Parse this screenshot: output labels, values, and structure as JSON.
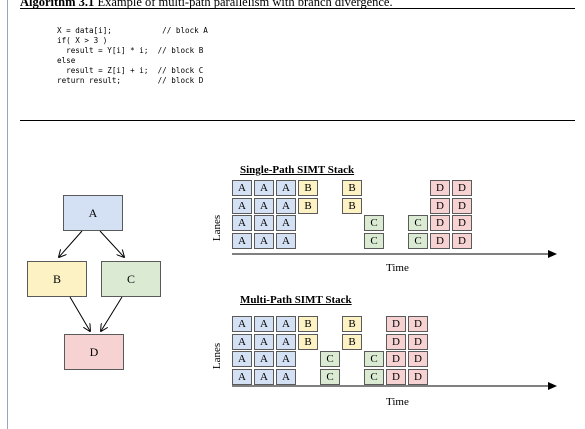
{
  "algorithm": {
    "caption_label": "Algorithm 3.1",
    "caption_text": " Example of multi-path parallelism with branch divergence.",
    "code_lines": [
      "X = data[i];           // block A",
      "if( X > 3 )",
      "  result = Y[i] * i;  // block B",
      "else",
      "  result = Z[i] + i;  // block C",
      "return result;        // block D"
    ]
  },
  "flowchart": {
    "nodes": [
      {
        "label": "A",
        "color": "#d4e1f4"
      },
      {
        "label": "B",
        "color": "#fcf2c4"
      },
      {
        "label": "C",
        "color": "#dbebd3"
      },
      {
        "label": "D",
        "color": "#f6d2d2"
      }
    ]
  },
  "colors": {
    "A": "#d4e1f4",
    "B": "#fcf2c4",
    "C": "#dbebd3",
    "D": "#f6d2d2"
  },
  "chart_data": [
    {
      "type": "table",
      "title": "Single-Path SIMT Stack",
      "ylabel": "Lanes",
      "xlabel": "Time",
      "cells": [
        {
          "row": 0,
          "col": 0,
          "label": "A"
        },
        {
          "row": 0,
          "col": 1,
          "label": "A"
        },
        {
          "row": 0,
          "col": 2,
          "label": "A"
        },
        {
          "row": 0,
          "col": 3,
          "label": "B"
        },
        {
          "row": 0,
          "col": 5,
          "label": "B"
        },
        {
          "row": 0,
          "col": 9,
          "label": "D"
        },
        {
          "row": 0,
          "col": 10,
          "label": "D"
        },
        {
          "row": 1,
          "col": 0,
          "label": "A"
        },
        {
          "row": 1,
          "col": 1,
          "label": "A"
        },
        {
          "row": 1,
          "col": 2,
          "label": "A"
        },
        {
          "row": 1,
          "col": 3,
          "label": "B"
        },
        {
          "row": 1,
          "col": 5,
          "label": "B"
        },
        {
          "row": 1,
          "col": 9,
          "label": "D"
        },
        {
          "row": 1,
          "col": 10,
          "label": "D"
        },
        {
          "row": 2,
          "col": 0,
          "label": "A"
        },
        {
          "row": 2,
          "col": 1,
          "label": "A"
        },
        {
          "row": 2,
          "col": 2,
          "label": "A"
        },
        {
          "row": 2,
          "col": 6,
          "label": "C"
        },
        {
          "row": 2,
          "col": 8,
          "label": "C"
        },
        {
          "row": 2,
          "col": 9,
          "label": "D"
        },
        {
          "row": 2,
          "col": 10,
          "label": "D"
        },
        {
          "row": 3,
          "col": 0,
          "label": "A"
        },
        {
          "row": 3,
          "col": 1,
          "label": "A"
        },
        {
          "row": 3,
          "col": 2,
          "label": "A"
        },
        {
          "row": 3,
          "col": 6,
          "label": "C"
        },
        {
          "row": 3,
          "col": 8,
          "label": "C"
        },
        {
          "row": 3,
          "col": 9,
          "label": "D"
        },
        {
          "row": 3,
          "col": 10,
          "label": "D"
        }
      ]
    },
    {
      "type": "table",
      "title": "Multi-Path SIMT Stack",
      "ylabel": "Lanes",
      "xlabel": "Time",
      "cells": [
        {
          "row": 0,
          "col": 0,
          "label": "A"
        },
        {
          "row": 0,
          "col": 1,
          "label": "A"
        },
        {
          "row": 0,
          "col": 2,
          "label": "A"
        },
        {
          "row": 0,
          "col": 3,
          "label": "B"
        },
        {
          "row": 0,
          "col": 5,
          "label": "B"
        },
        {
          "row": 0,
          "col": 7,
          "label": "D"
        },
        {
          "row": 0,
          "col": 8,
          "label": "D"
        },
        {
          "row": 1,
          "col": 0,
          "label": "A"
        },
        {
          "row": 1,
          "col": 1,
          "label": "A"
        },
        {
          "row": 1,
          "col": 2,
          "label": "A"
        },
        {
          "row": 1,
          "col": 3,
          "label": "B"
        },
        {
          "row": 1,
          "col": 5,
          "label": "B"
        },
        {
          "row": 1,
          "col": 7,
          "label": "D"
        },
        {
          "row": 1,
          "col": 8,
          "label": "D"
        },
        {
          "row": 2,
          "col": 0,
          "label": "A"
        },
        {
          "row": 2,
          "col": 1,
          "label": "A"
        },
        {
          "row": 2,
          "col": 2,
          "label": "A"
        },
        {
          "row": 2,
          "col": 4,
          "label": "C"
        },
        {
          "row": 2,
          "col": 6,
          "label": "C"
        },
        {
          "row": 2,
          "col": 7,
          "label": "D"
        },
        {
          "row": 2,
          "col": 8,
          "label": "D"
        },
        {
          "row": 3,
          "col": 0,
          "label": "A"
        },
        {
          "row": 3,
          "col": 1,
          "label": "A"
        },
        {
          "row": 3,
          "col": 2,
          "label": "A"
        },
        {
          "row": 3,
          "col": 4,
          "label": "C"
        },
        {
          "row": 3,
          "col": 6,
          "label": "C"
        },
        {
          "row": 3,
          "col": 7,
          "label": "D"
        },
        {
          "row": 3,
          "col": 8,
          "label": "D"
        }
      ]
    }
  ]
}
